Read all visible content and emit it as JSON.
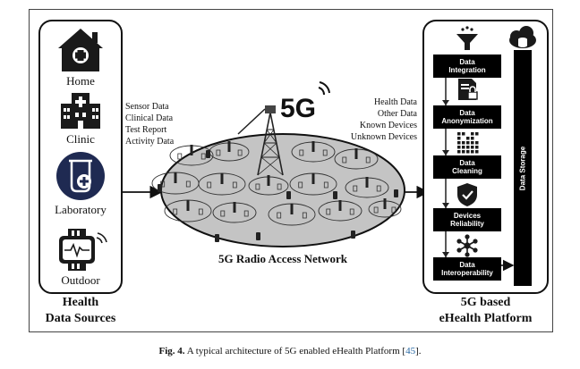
{
  "sources": {
    "items": [
      {
        "label": "Home",
        "icon": "home-icon"
      },
      {
        "label": "Clinic",
        "icon": "hospital-icon"
      },
      {
        "label": "Laboratory",
        "icon": "laboratory-icon"
      },
      {
        "label": "Outdoor",
        "icon": "smartwatch-icon"
      }
    ],
    "title_line1": "Health",
    "title_line2": "Data Sources"
  },
  "input_data": [
    "Sensor Data",
    "Clinical Data",
    "Test Report",
    "Activity Data"
  ],
  "output_data": [
    "Health Data",
    "Other Data",
    "Known Devices",
    "Unknown Devices"
  ],
  "network": {
    "badge": "5G",
    "label": "5G Radio Access Network"
  },
  "platform": {
    "stages": [
      {
        "line1": "Data",
        "line2": "Integration",
        "icon": "funnel-icon"
      },
      {
        "line1": "Data",
        "line2": "Anonymization",
        "icon": "document-lock-icon"
      },
      {
        "line1": "Data",
        "line2": "Cleaning",
        "icon": "data-grid-icon"
      },
      {
        "line1": "Devices",
        "line2": "Reliability",
        "icon": "shield-check-icon"
      },
      {
        "line1": "Data",
        "line2": "Interoperability",
        "icon": "network-nodes-icon"
      }
    ],
    "storage_label": "Data Storage",
    "storage_icon": "cloud-database-icon",
    "title_line1": "5G based",
    "title_line2": "eHealth Platform"
  },
  "caption": {
    "prefix": "Fig. 4.",
    "text": "A typical architecture of 5G enabled eHealth Platform [",
    "ref": "45",
    "suffix": "]."
  }
}
